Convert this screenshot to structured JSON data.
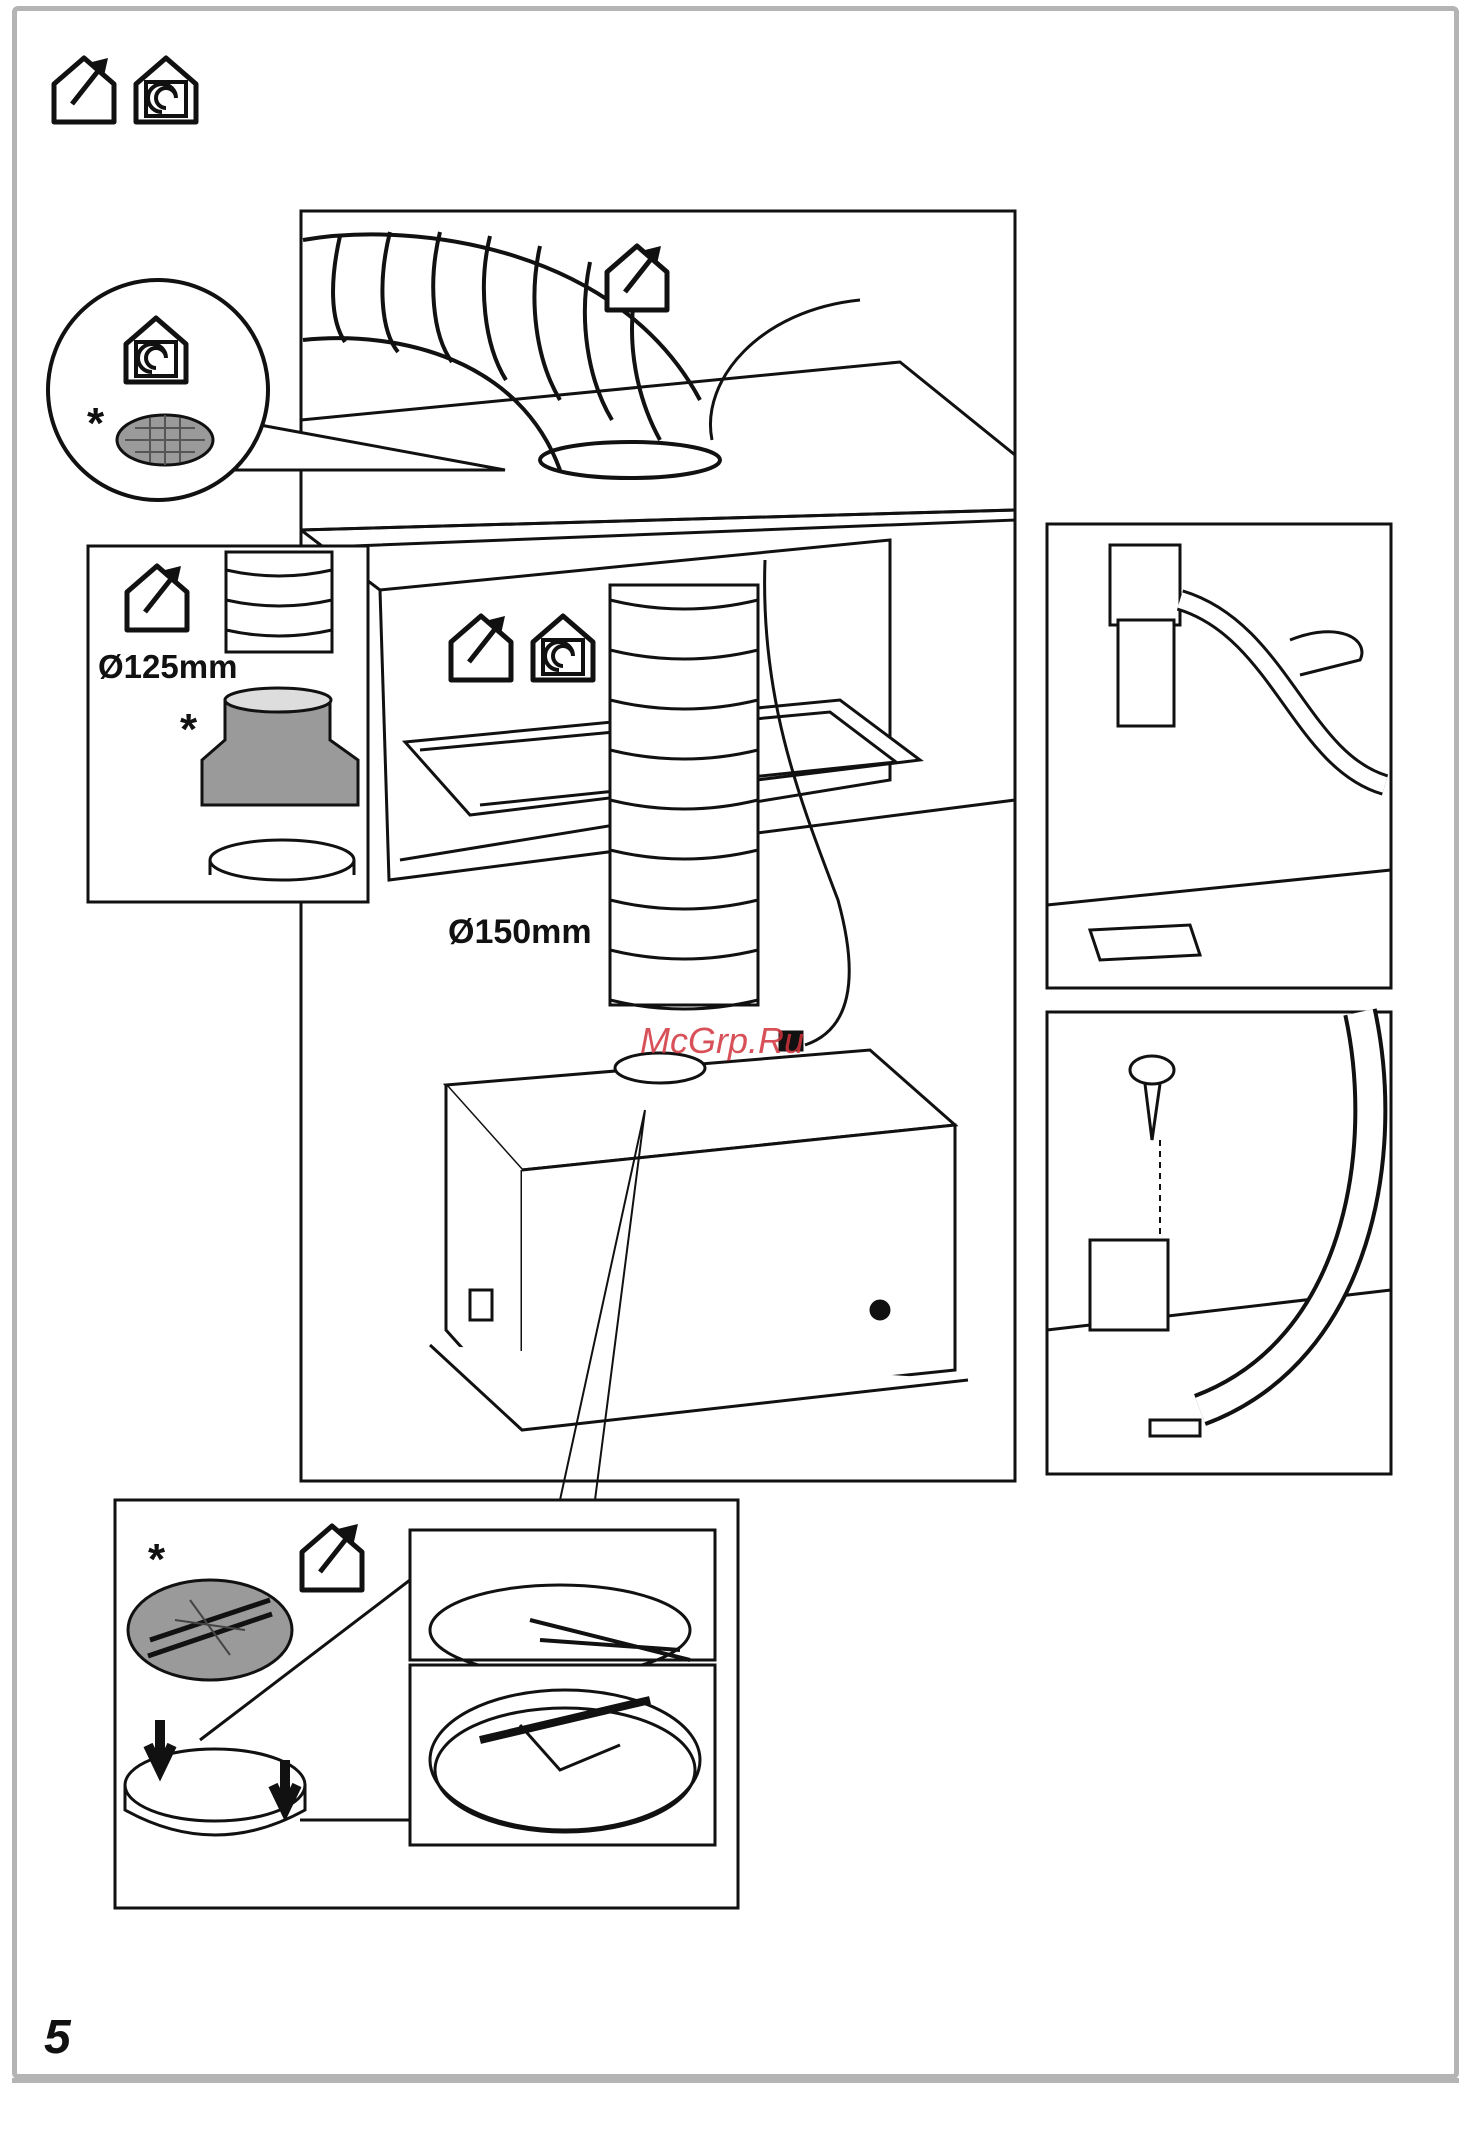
{
  "labels": {
    "diameter_125": "Ø125mm",
    "diameter_150": "Ø150mm",
    "optional_marker": "*",
    "page_number": "5",
    "watermark": "McGrp.Ru"
  },
  "icons": {
    "ducted_mode": "house-arrow-out-icon",
    "recirculation_mode": "house-swirl-icon"
  },
  "colors": {
    "frame": "#b4b4b4",
    "line": "#111111",
    "filter_fill": "#9a9a9a",
    "watermark": "#d2323c"
  }
}
